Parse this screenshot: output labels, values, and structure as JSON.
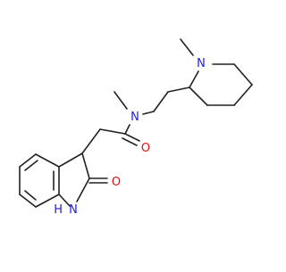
{
  "structure": {
    "atom_labels": {
      "n_piperidine": "N",
      "n_amide": "N",
      "o_amide": "O",
      "o_lactam": "O",
      "n_lactam": "N",
      "h_lactam": "H"
    },
    "colors": {
      "bond": "#222222",
      "nitrogen": "#1f1fd6",
      "oxygen": "#e01010",
      "background": "#ffffff"
    }
  }
}
